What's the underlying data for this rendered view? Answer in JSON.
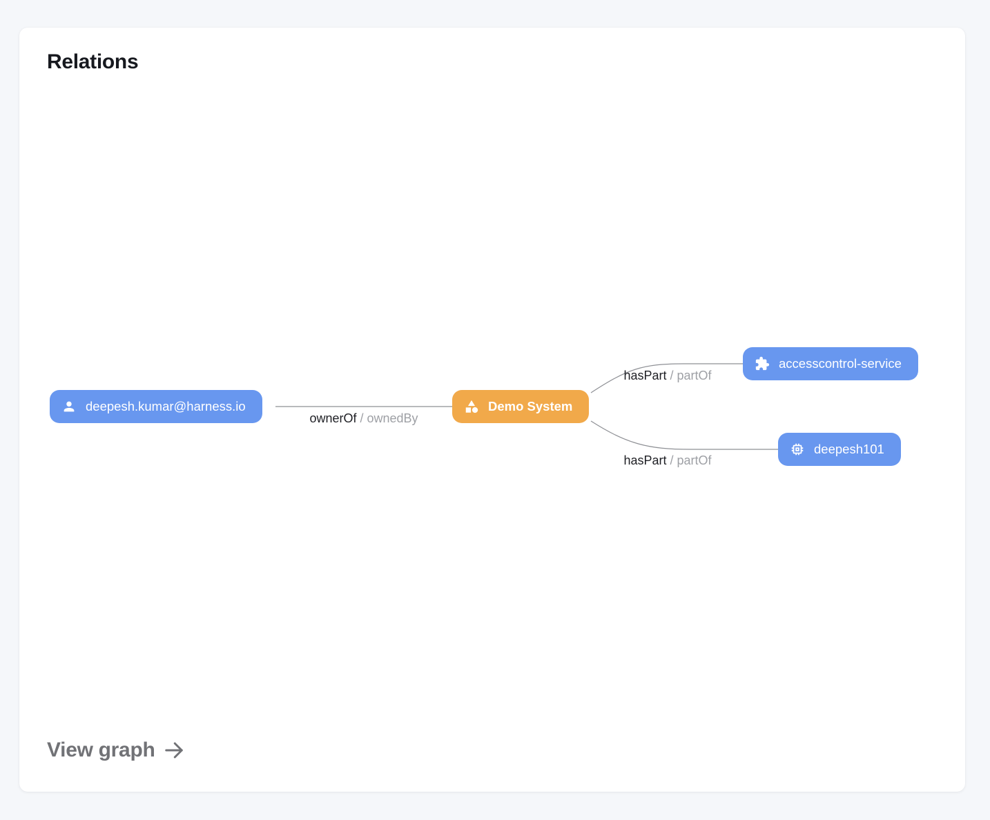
{
  "page": {
    "background": "#F5F7FA",
    "card_background": "#FFFFFF"
  },
  "card": {
    "title": "Relations",
    "footer": {
      "label": "View graph",
      "arrow_icon": "arrow-right-icon"
    }
  },
  "graph": {
    "nodes": [
      {
        "id": "user",
        "label": "deepesh.kumar@harness.io",
        "icon": "person-icon",
        "color": "#6897EF"
      },
      {
        "id": "system",
        "label": "Demo System",
        "icon": "category-icon",
        "color": "#F1A94A"
      },
      {
        "id": "service",
        "label": "accesscontrol-service",
        "icon": "extension-puzzle-icon",
        "color": "#6897EF"
      },
      {
        "id": "component",
        "label": "deepesh101",
        "icon": "memory-chip-icon",
        "color": "#6897EF"
      }
    ],
    "edges": [
      {
        "from": "user",
        "to": "system",
        "primary": "ownerOf",
        "secondary": "/ ownedBy"
      },
      {
        "from": "system",
        "to": "service",
        "primary": "hasPart",
        "secondary": "/ partOf"
      },
      {
        "from": "system",
        "to": "component",
        "primary": "hasPart",
        "secondary": "/ partOf"
      }
    ],
    "edge_color": "#8E9095",
    "label_primary_color": "#1E1F24",
    "label_secondary_color": "#9EA0A5"
  }
}
